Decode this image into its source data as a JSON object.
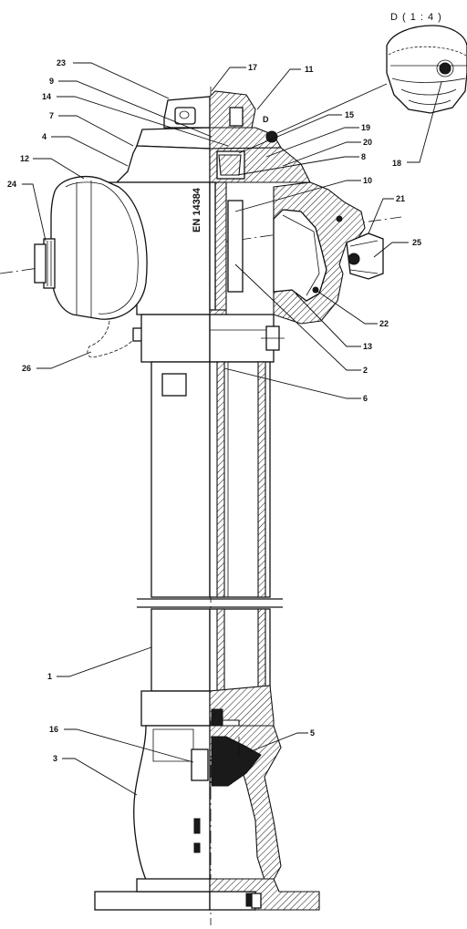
{
  "detail": {
    "title": "D ( 1 : 4 )",
    "marker": "D"
  },
  "marking": {
    "text": "EN 14384"
  },
  "callouts": [
    {
      "id": "23",
      "label": "23"
    },
    {
      "id": "17",
      "label": "17"
    },
    {
      "id": "11",
      "label": "11"
    },
    {
      "id": "9",
      "label": "9"
    },
    {
      "id": "14",
      "label": "14"
    },
    {
      "id": "7",
      "label": "7"
    },
    {
      "id": "15",
      "label": "15"
    },
    {
      "id": "19",
      "label": "19"
    },
    {
      "id": "4",
      "label": "4"
    },
    {
      "id": "20",
      "label": "20"
    },
    {
      "id": "8",
      "label": "8"
    },
    {
      "id": "12",
      "label": "12"
    },
    {
      "id": "18",
      "label": "18"
    },
    {
      "id": "24",
      "label": "24"
    },
    {
      "id": "10",
      "label": "10"
    },
    {
      "id": "21",
      "label": "21"
    },
    {
      "id": "25",
      "label": "25"
    },
    {
      "id": "22",
      "label": "22"
    },
    {
      "id": "13",
      "label": "13"
    },
    {
      "id": "26",
      "label": "26"
    },
    {
      "id": "2",
      "label": "2"
    },
    {
      "id": "6",
      "label": "6"
    },
    {
      "id": "1",
      "label": "1"
    },
    {
      "id": "16",
      "label": "16"
    },
    {
      "id": "5",
      "label": "5"
    },
    {
      "id": "3",
      "label": "3"
    }
  ]
}
